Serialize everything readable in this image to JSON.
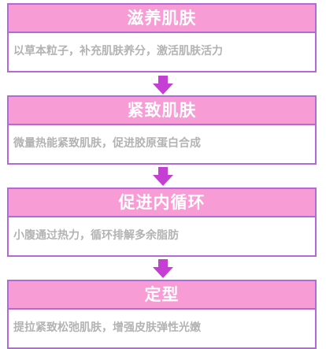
{
  "colors": {
    "title_fill": "#f79cd4",
    "border": "#b36ad6",
    "arrow": "#c63fd4",
    "title_text": "#ffffff",
    "desc_text": "#b3b3b3"
  },
  "steps": [
    {
      "title": "滋养肌肤",
      "description": "以草本粒子，补充肌肤养分，激活肌肤活力"
    },
    {
      "title": "紧致肌肤",
      "description": "微量热能紧致肌肤，促进胶原蛋白合成"
    },
    {
      "title": "促进内循环",
      "description": "小腹通过热力，循环排解多余脂肪"
    },
    {
      "title": "定型",
      "description": "提拉紧致松弛肌肤，增强皮肤弹性光嫩"
    }
  ],
  "arrows": [
    {
      "icon": "arrow-down-icon"
    },
    {
      "icon": "arrow-down-icon"
    },
    {
      "icon": "arrow-down-icon"
    }
  ]
}
